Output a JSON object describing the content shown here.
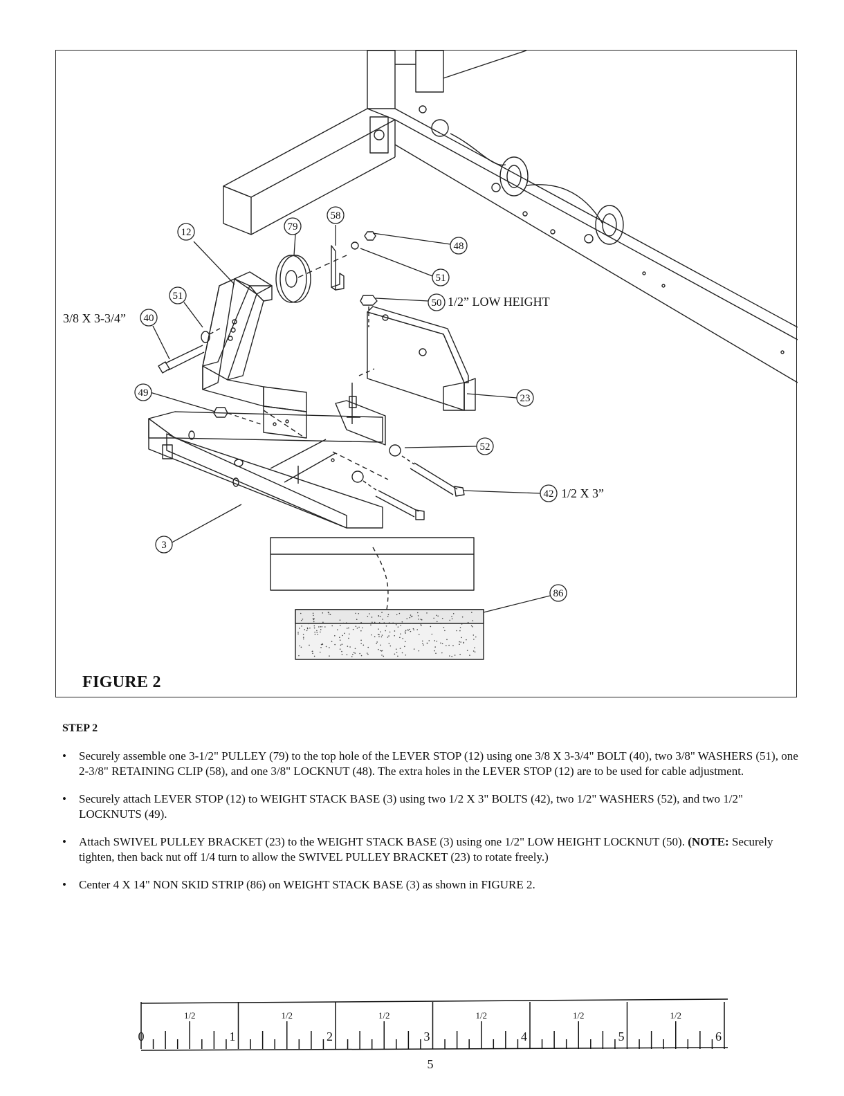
{
  "figure": {
    "title": "FIGURE 2",
    "callouts": {
      "c12": "12",
      "c79": "79",
      "c58": "58",
      "c48": "48",
      "c51a": "51",
      "c51b": "51",
      "c50": "50",
      "c40": "40",
      "c49": "49",
      "c23": "23",
      "c52": "52",
      "c42": "42",
      "c3": "3",
      "c86": "86"
    },
    "labels": {
      "bolt40": "3/8 X 3-3/4”",
      "nut50": "1/2” LOW HEIGHT",
      "bolt42": "1/2 X 3”"
    }
  },
  "step": {
    "heading": "STEP 2",
    "bullet": "•",
    "items": [
      "Securely assemble one 3-1/2\" PULLEY (79) to the top hole of the LEVER STOP (12) using one 3/8 X 3-3/4\" BOLT (40), two 3/8\" WASHERS (51), one 2-3/8\" RETAINING CLIP (58), and one 3/8\" LOCKNUT (48). The extra holes in the LEVER STOP (12) are to be used for cable adjustment.",
      "Securely attach LEVER STOP (12) to WEIGHT STACK BASE (3) using two 1/2 X 3\" BOLTS (42), two 1/2\" WASHERS (52), and two 1/2\" LOCKNUTS (49).",
      "Center 4 X 14\" NON SKID STRIP (86) on WEIGHT STACK BASE (3) as shown in FIGURE 2."
    ],
    "note_item": {
      "before": "Attach SWIVEL PULLEY BRACKET (23) to the WEIGHT STACK BASE (3) using one 1/2\" LOW HEIGHT LOCKNUT (50). ",
      "note_label": "(NOTE:",
      "after": " Securely tighten, then back nut off 1/4 turn to allow the SWIVEL PULLEY BRACKET (23) to rotate freely.)"
    }
  },
  "ruler": {
    "numbers": [
      "0",
      "1",
      "2",
      "3",
      "4",
      "5",
      "6"
    ],
    "half_label": "1/2",
    "footer_mark": "5"
  }
}
